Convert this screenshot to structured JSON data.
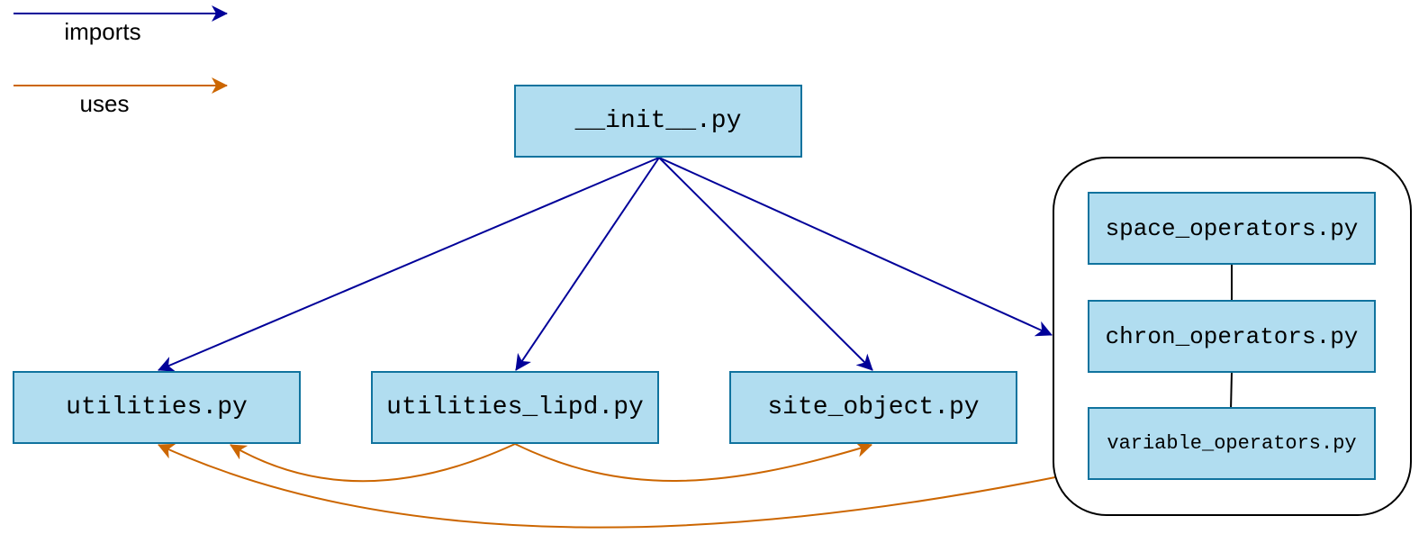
{
  "legend": {
    "imports": {
      "label": "imports",
      "color": "#000099"
    },
    "uses": {
      "label": "uses",
      "color": "#cc6600"
    }
  },
  "modules": {
    "init": "__init__.py",
    "utilities": "utilities.py",
    "utilities_lipd": "utilities_lipd.py",
    "site_object": "site_object.py",
    "space_operators": "space_operators.py",
    "chron_operators": "chron_operators.py",
    "variable_operators": "variable_operators.py"
  },
  "colors": {
    "module_fill": "#b1ddf0",
    "module_border": "#10739e",
    "group_border": "#000000"
  },
  "edges": [
    {
      "type": "imports",
      "from": "__init__.py",
      "to": "utilities.py"
    },
    {
      "type": "imports",
      "from": "__init__.py",
      "to": "utilities_lipd.py"
    },
    {
      "type": "imports",
      "from": "__init__.py",
      "to": "site_object.py"
    },
    {
      "type": "imports",
      "from": "__init__.py",
      "to": "operators group"
    },
    {
      "type": "uses",
      "from": "utilities_lipd.py",
      "to": "utilities.py"
    },
    {
      "type": "uses",
      "from": "utilities_lipd.py",
      "to": "site_object.py"
    },
    {
      "type": "uses",
      "from": "operators group",
      "to": "utilities.py"
    }
  ]
}
